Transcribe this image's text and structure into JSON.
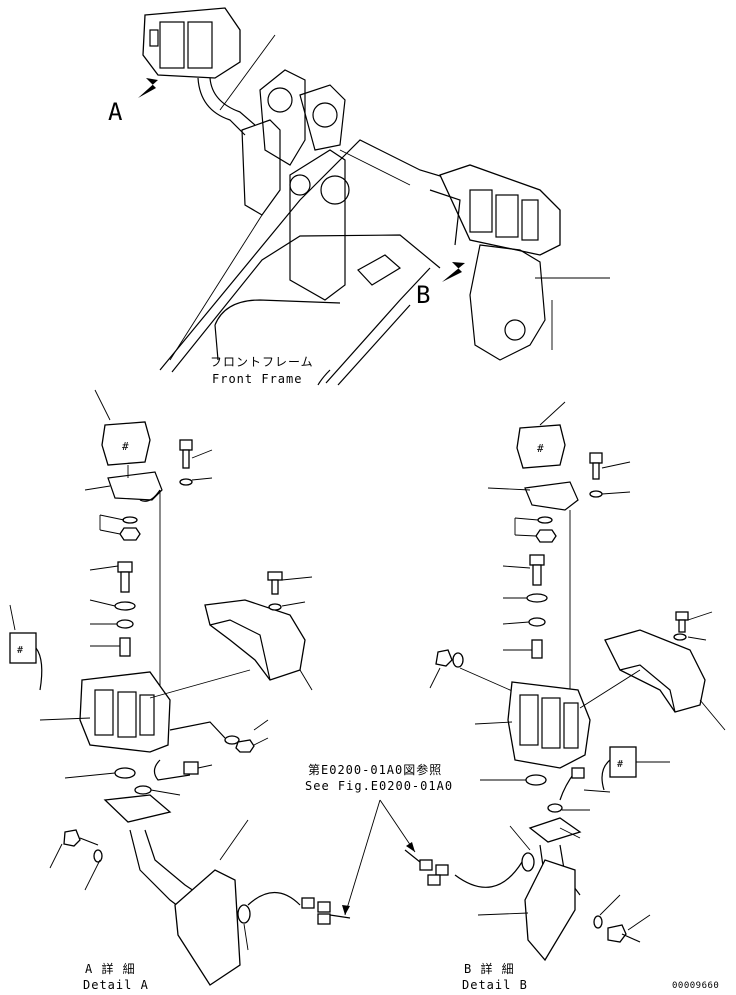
{
  "view_labels": {
    "a": "A",
    "b": "B"
  },
  "frame": {
    "jp": "フロントフレーム",
    "en": "Front Frame"
  },
  "detail_a": {
    "jp": "A 詳 細",
    "en": "Detail A"
  },
  "detail_b": {
    "jp": "B 詳 細",
    "en": "Detail B"
  },
  "reference": {
    "jp": "第E0200-01A0図参照",
    "en": "See Fig.E0200-01A0"
  },
  "figure_number": "00009660",
  "icons": [
    "view-arrow-a-icon",
    "view-arrow-b-icon"
  ]
}
